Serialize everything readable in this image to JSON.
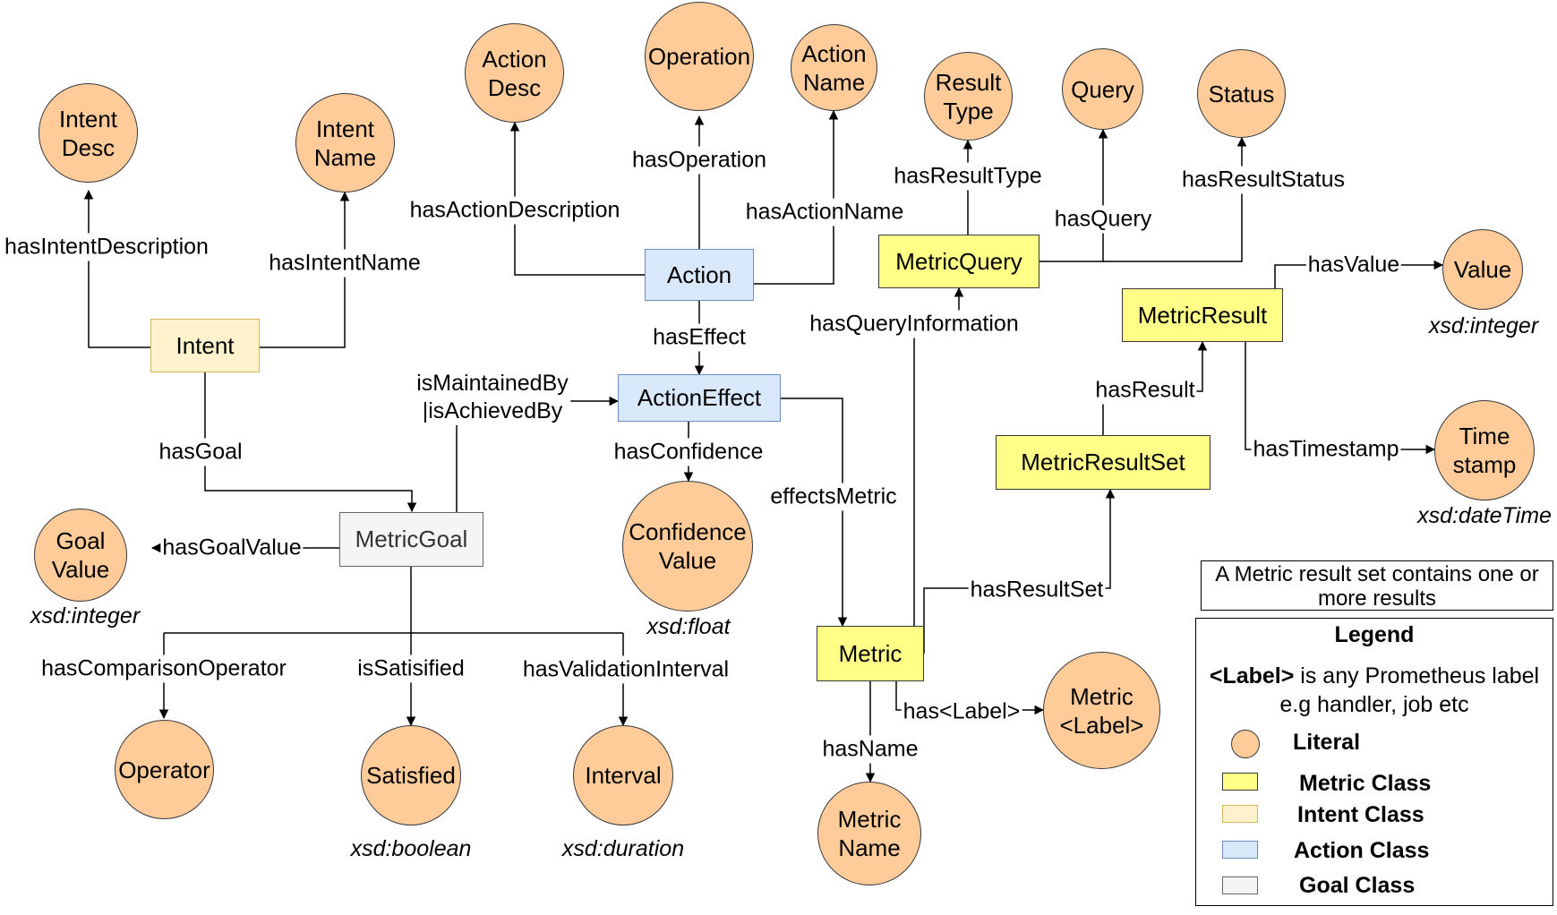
{
  "nodes": {
    "intent_desc": "Intent\nDesc",
    "intent_name": "Intent\nName",
    "action_desc": "Action\nDesc",
    "operation": "Operation",
    "action_name": "Action\nName",
    "result_type": "Result\nType",
    "query": "Query",
    "status": "Status",
    "value": "Value",
    "timestamp": "Time\nstamp",
    "goal_value": "Goal\nValue",
    "confidence_value": "Confidence\nValue",
    "operator": "Operator",
    "satisfied": "Satisfied",
    "interval": "Interval",
    "metric_label": "Metric\n<Label>",
    "metric_name": "Metric\nName"
  },
  "classes": {
    "intent": "Intent",
    "action": "Action",
    "action_effect": "ActionEffect",
    "metric_goal": "MetricGoal",
    "metric_query": "MetricQuery",
    "metric_result": "MetricResult",
    "metric_result_set": "MetricResultSet",
    "metric": "Metric"
  },
  "edges": {
    "has_intent_description": "hasIntentDescription",
    "has_intent_name": "hasIntentName",
    "has_goal": "hasGoal",
    "has_action_description": "hasActionDescription",
    "has_operation": "hasOperation",
    "has_action_name": "hasActionName",
    "has_effect": "hasEffect",
    "is_maintained_by": "isMaintainedBy\n|isAchievedBy",
    "has_confidence": "hasConfidence",
    "effects_metric": "effectsMetric",
    "has_goal_value": "hasGoalValue",
    "has_comparison_operator": "hasComparisonOperator",
    "is_satisfied": "isSatisified",
    "has_validation_interval": "hasValidationInterval",
    "has_result_type": "hasResultType",
    "has_query": "hasQuery",
    "has_result_status": "hasResultStatus",
    "has_query_information": "hasQueryInformation",
    "has_value": "hasValue",
    "has_result": "hasResult",
    "has_timestamp": "hasTimestamp",
    "has_result_set": "hasResultSet",
    "has_label": "has<Label>",
    "has_name": "hasName"
  },
  "types": {
    "value": "xsd:integer",
    "timestamp": "xsd:dateTime",
    "goal_value": "xsd:integer",
    "confidence": "xsd:float",
    "satisfied": "xsd:boolean",
    "interval": "xsd:duration"
  },
  "note": "A Metric result set contains one or more results",
  "legend": {
    "title": "Legend",
    "label_tag": "<Label>",
    "label_desc": " is any Prometheus label\ne.g handler, job etc",
    "literal": "Literal",
    "metric_class": "Metric Class",
    "intent_class": "Intent Class",
    "action_class": "Action Class",
    "goal_class": "Goal Class"
  },
  "colors": {
    "literal": "#ffcc99",
    "metric_class": "#ffff88",
    "intent_class": "#fff2cc",
    "action_class": "#dae8fc",
    "goal_class": "#f5f5f5"
  }
}
